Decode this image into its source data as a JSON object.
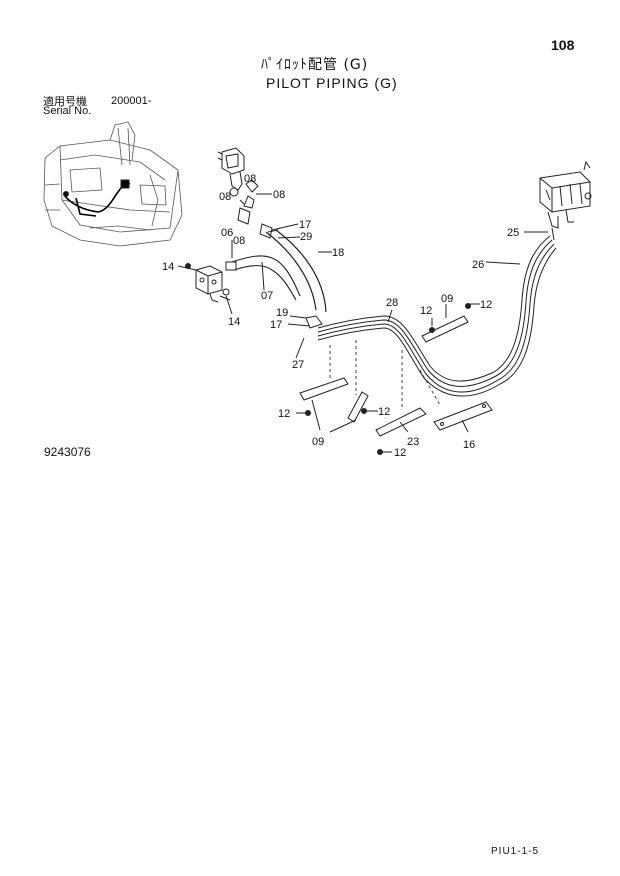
{
  "header": {
    "page_number": "108",
    "title_jp": "ﾊﾟｲﾛｯﾄ配管 (G)",
    "title_en": "PILOT PIPING (G)",
    "serial_label_jp": "適用号機",
    "serial_label_en": "Serial No.",
    "serial_value": "200001-"
  },
  "figure_number": "9243076",
  "page_code": "PIU1-1-5",
  "callouts": {
    "c06": "06",
    "c07": "07",
    "c08a": "08",
    "c08b": "08",
    "c08c": "08",
    "c09a": "09",
    "c09b": "09",
    "c12a": "12",
    "c12b": "12",
    "c12c": "12",
    "c12d": "12",
    "c12e": "12",
    "c14a": "14",
    "c14b": "14",
    "c16": "16",
    "c17a": "17",
    "c17b": "17",
    "c18": "18",
    "c19": "19",
    "c23": "23",
    "c25": "25",
    "c26": "26",
    "c27": "27",
    "c28": "28",
    "c29": "29"
  }
}
